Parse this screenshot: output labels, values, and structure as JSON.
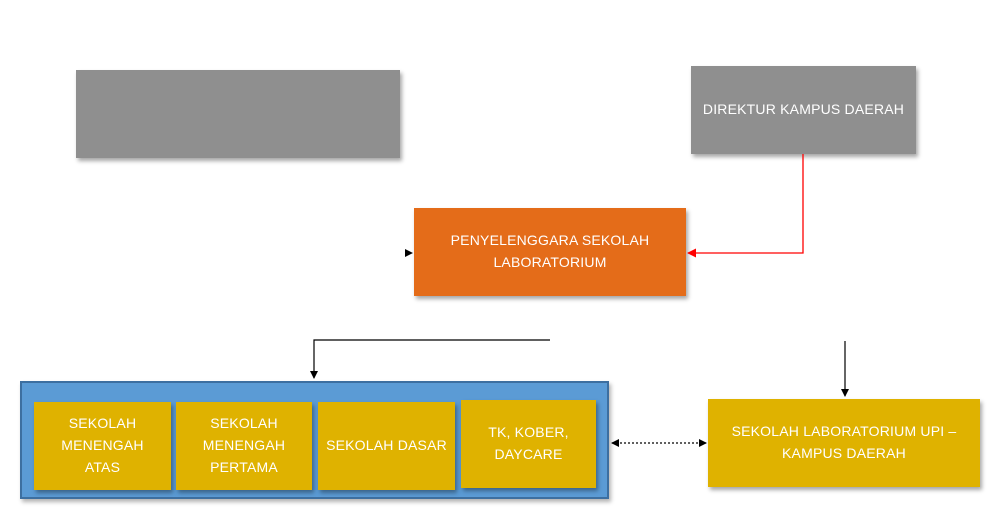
{
  "diagram": {
    "top_left_box": "",
    "director": "DIREKTUR KAMPUS DAERAH",
    "organizer": "PENYELENGGARA SEKOLAH\nLABORATORIUM",
    "schools": [
      "SEKOLAH\nMENENGAH\nATAS",
      "SEKOLAH\nMENENGAH\nPERTAMA",
      "SEKOLAH DASAR",
      "TK, KOBER,\nDAYCARE"
    ],
    "lab_school": "SEKOLAH LABORATORIUM UPI –\nKAMPUS DAERAH"
  },
  "colors": {
    "gray": "#8f8f8f",
    "orange": "#e46c19",
    "gold": "#dfb200",
    "blue": "#5b9bd5",
    "red_connector": "#ff0000"
  }
}
